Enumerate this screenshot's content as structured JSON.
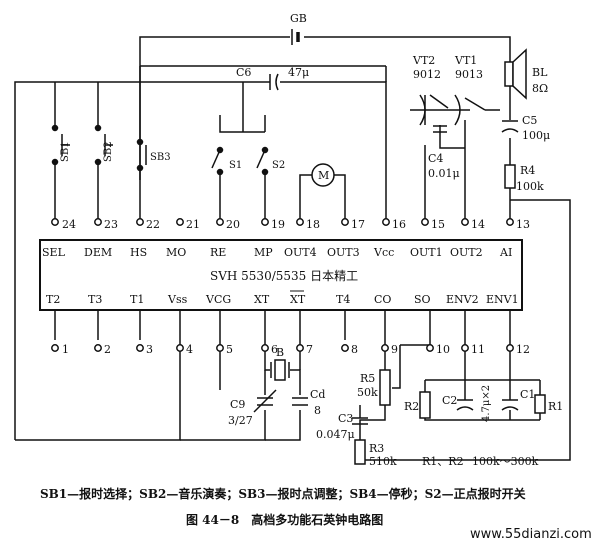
{
  "chip": {
    "title": "SVH 5530/5535 日本精工",
    "top_pins": [
      {
        "num": "24",
        "name": "SEL"
      },
      {
        "num": "23",
        "name": "DEM"
      },
      {
        "num": "22",
        "name": "HS"
      },
      {
        "num": "21",
        "name": "MO"
      },
      {
        "num": "20",
        "name": "RE"
      },
      {
        "num": "19",
        "name": "MP"
      },
      {
        "num": "18",
        "name": "OUT4"
      },
      {
        "num": "17",
        "name": "OUT3"
      },
      {
        "num": "16",
        "name": "Vcc"
      },
      {
        "num": "15",
        "name": "OUT1"
      },
      {
        "num": "14",
        "name": "OUT2"
      },
      {
        "num": "13",
        "name": "AI"
      }
    ],
    "bottom_pins": [
      {
        "num": "1",
        "name": "T2"
      },
      {
        "num": "2",
        "name": "T3"
      },
      {
        "num": "3",
        "name": "T1"
      },
      {
        "num": "4",
        "name": "Vss"
      },
      {
        "num": "5",
        "name": "VCG"
      },
      {
        "num": "6",
        "name": "XT"
      },
      {
        "num": "7",
        "name": "XT"
      },
      {
        "num": "8",
        "name": "T4"
      },
      {
        "num": "9",
        "name": "CO"
      },
      {
        "num": "10",
        "name": "SO"
      },
      {
        "num": "11",
        "name": "ENV2"
      },
      {
        "num": "12",
        "name": "ENV1"
      }
    ]
  },
  "components": {
    "battery": "GB",
    "c6": "C6",
    "c6_value": "47μ",
    "vt2": "VT2",
    "vt2_model": "9012",
    "vt1": "VT1",
    "vt1_model": "9013",
    "speaker": "BL",
    "speaker_value": "8Ω",
    "c5": "C5",
    "c5_value": "100μ",
    "c4": "C4",
    "c4_value": "0.01μ",
    "r4": "R4",
    "r4_value": "100k",
    "sb1": "SB1",
    "sb2": "SB2",
    "sb3": "SB3",
    "s1": "S1",
    "s2": "S2",
    "motor": "M",
    "crystal": "B",
    "c9": "C9",
    "c9_value": "3/27",
    "cd": "Cd",
    "cd_value": "8",
    "r5": "R5",
    "r5_value": "50k",
    "c3": "C3",
    "c3_value": "0.047μ",
    "r3": "R3",
    "r3_value": "510k",
    "r2": "R2",
    "c2": "C2",
    "c2c1_value": "4.7μ×2",
    "c1": "C1",
    "r1": "R1",
    "r1r2_note": "R1、R2",
    "r1r2_range": "100k～300k"
  },
  "captions": {
    "legend": "SB1—报时选择；SB2—音乐演奏；SB3—报时点调整；SB4—停秒；S2—正点报时开关",
    "figure": "图 44－8　高档多功能石英钟电路图",
    "watermark": "www.55dianzi.com"
  }
}
